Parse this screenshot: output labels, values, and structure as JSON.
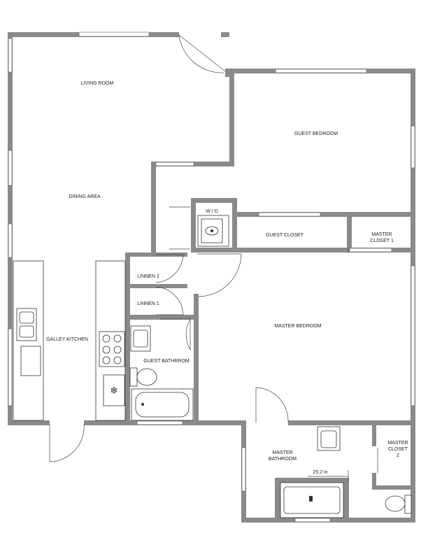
{
  "plan": {
    "rooms": {
      "living_room": "LIVING ROOM",
      "dining_area": "DINING AREA",
      "galley_kitchen": "GALLEY KITCHEN",
      "guest_bedroom": "GUEST BEDROOM",
      "wd": "W / D",
      "guest_closet": "GUEST CLOSET",
      "master_closet_1_line1": "MASTER",
      "master_closet_1_line2": "CLOSET 1",
      "linnen_2": "LINNEN 2",
      "linnen_1": "LINNEN 1",
      "master_bedroom": "MASTER BEDROOM",
      "guest_bathroom": "GUEST BATHRROM",
      "master_bathroom_line1": "MASTER",
      "master_bathroom_line2": "BATHROOM",
      "master_closet_2_line1": "MASTER",
      "master_closet_2_line2": "CLOSET",
      "master_closet_2_line3": "2"
    },
    "dimension": "25.2 in",
    "colors": {
      "wall": "#8a8a8a",
      "line": "#333333",
      "background": "#ffffff"
    },
    "icons": [
      "washer-icon",
      "stove-icon",
      "sink-icon",
      "toilet-icon",
      "bathtub-icon",
      "fridge-icon",
      "door-swing-icon",
      "window-icon"
    ]
  }
}
